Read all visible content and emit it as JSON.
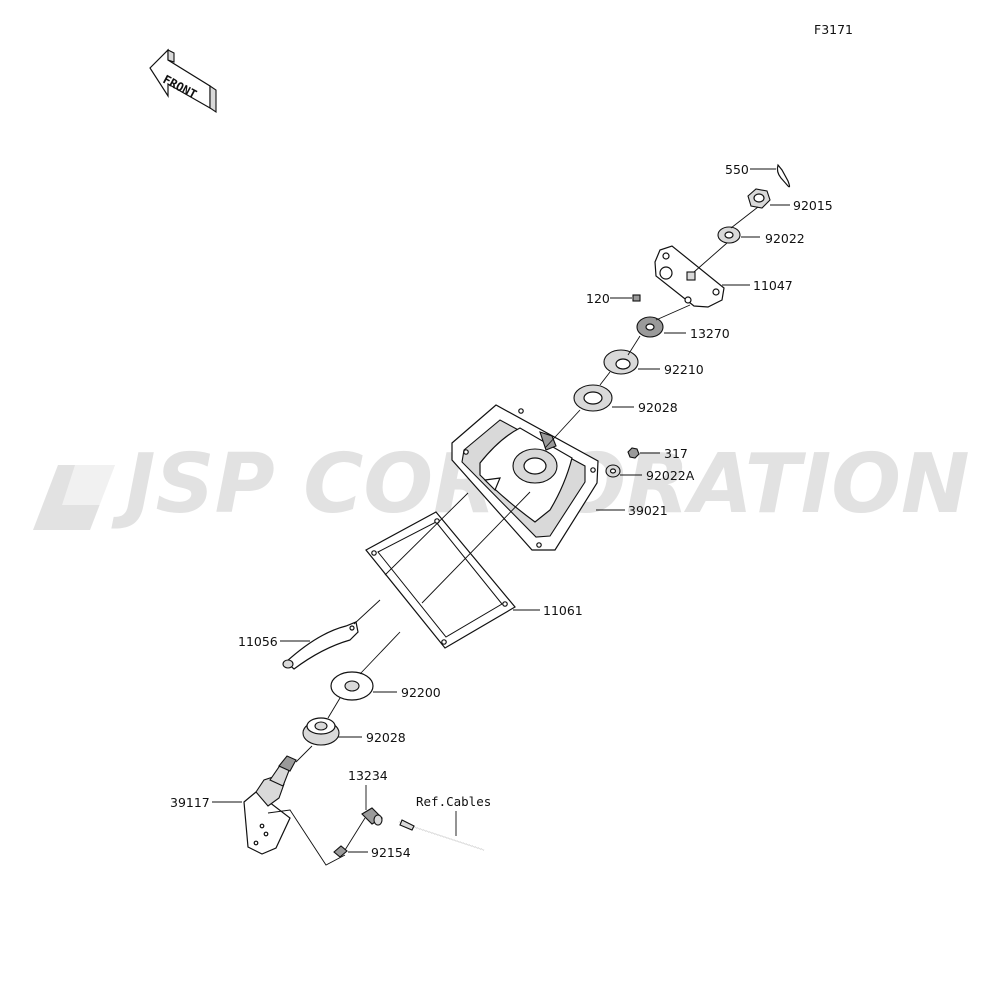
{
  "figure_code": "F3171",
  "front_badge": "FRONT",
  "watermark": "JSP CORPORATION",
  "parts": [
    {
      "number": "550"
    },
    {
      "number": "92015"
    },
    {
      "number": "92022"
    },
    {
      "number": "11047"
    },
    {
      "number": "120"
    },
    {
      "number": "13270"
    },
    {
      "number": "92210"
    },
    {
      "number": "92028"
    },
    {
      "number": "317"
    },
    {
      "number": "92022A"
    },
    {
      "number": "39021"
    },
    {
      "number": "11061"
    },
    {
      "number": "11056"
    },
    {
      "number": "92200"
    },
    {
      "number": "92028"
    },
    {
      "number": "13234"
    },
    {
      "number": "39117"
    },
    {
      "number": "92154"
    }
  ],
  "reference_label": "Ref.Cables",
  "colors": {
    "line": "#111111",
    "watermark": "#d6d6d6",
    "part_shade": "#d9d9d9"
  }
}
